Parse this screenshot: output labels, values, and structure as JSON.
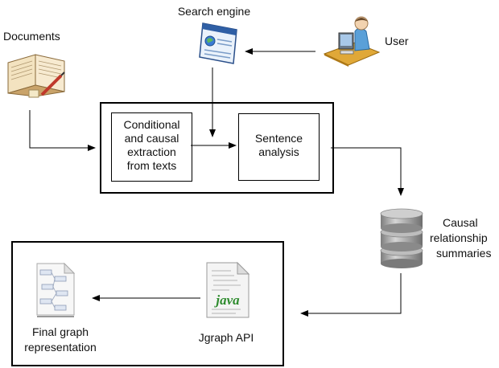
{
  "labels": {
    "documents": "Documents",
    "search_engine": "Search engine",
    "user": "User",
    "extraction": [
      "Conditional",
      "and causal",
      "extraction",
      "from texts"
    ],
    "sentence_analysis": [
      "Sentence",
      "analysis"
    ],
    "causal_summaries": [
      "Causal",
      "relationship",
      "summaries"
    ],
    "final_graph": [
      "Final graph",
      "representation"
    ],
    "jgraph_api": "Jgraph API",
    "java_icon_text": "java"
  },
  "colors": {
    "line": "#000000",
    "db_grey": "#9a9a9a",
    "java_green": "#2e8b2e"
  }
}
